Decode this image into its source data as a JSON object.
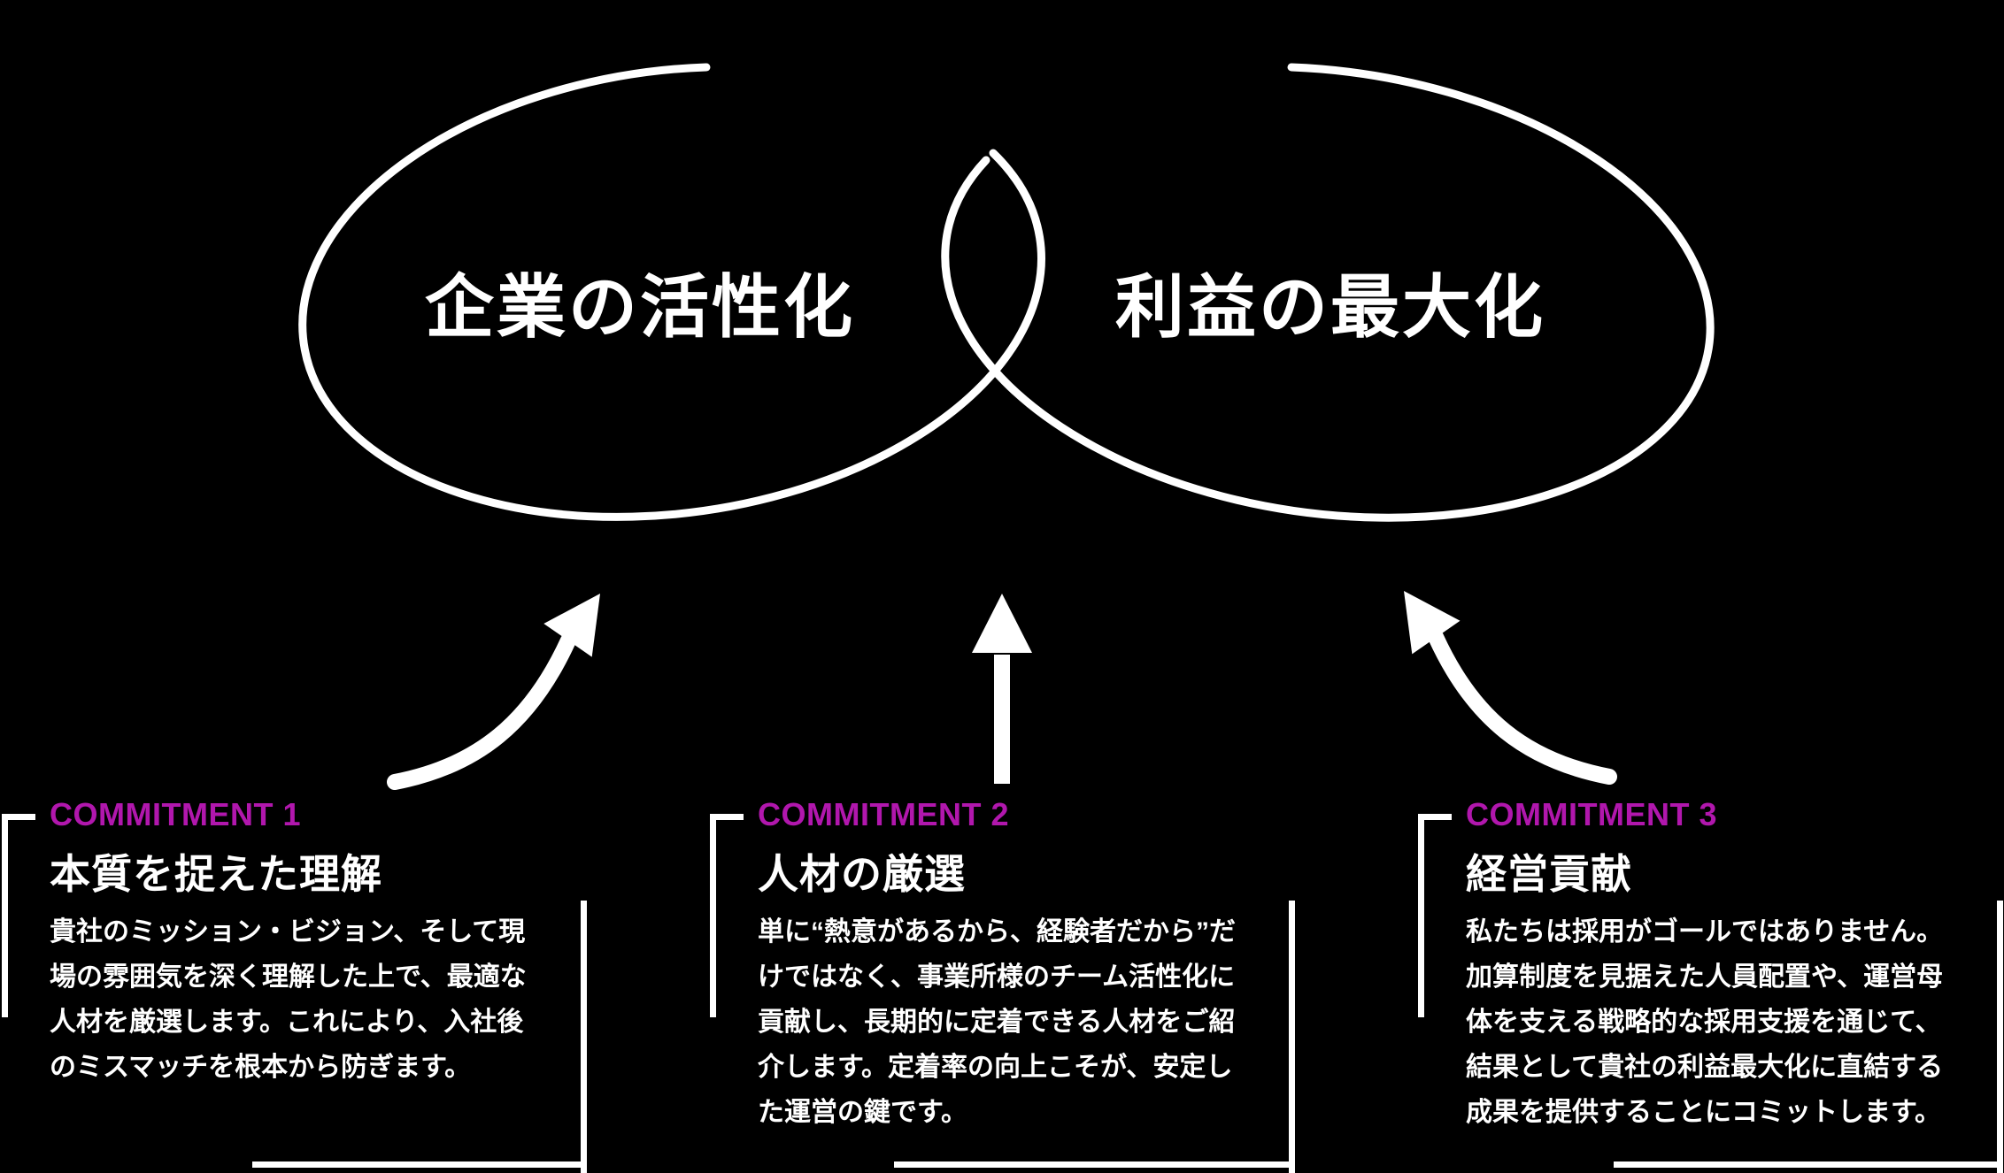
{
  "diagram": {
    "left_circle_label": "企業の活性化",
    "right_circle_label": "利益の最大化"
  },
  "commitments": [
    {
      "label": "COMMITMENT 1",
      "title": "本質を捉えた理解",
      "body": "貴社のミッション・ビジョン、そして現場の雰囲気を深く理解した上で、最適な人材を厳選します。これにより、入社後のミスマッチを根本から防ぎます。"
    },
    {
      "label": "COMMITMENT 2",
      "title": "人材の厳選",
      "body": "単に“熱意があるから、経験者だから”だけではなく、事業所様のチーム活性化に貢献し、長期的に定着できる人材をご紹介します。定着率の向上こそが、安定した運営の鍵です。"
    },
    {
      "label": "COMMITMENT 3",
      "title": "経営貢献",
      "body": "私たちは採用がゴールではありません。加算制度を見据えた人員配置や、運営母体を支える戦略的な採用支援を通じて、結果として貴社の利益最大化に直結する成果を提供することにコミットします。"
    }
  ],
  "colors": {
    "background": "#000000",
    "foreground": "#ffffff",
    "accent": "#b117ad"
  }
}
